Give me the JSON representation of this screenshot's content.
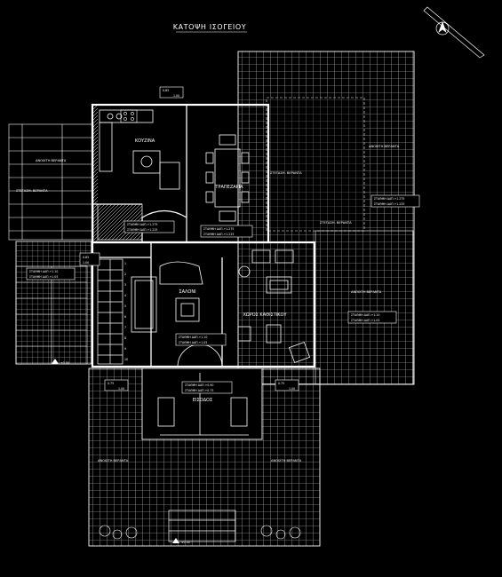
{
  "title": "ΚΑΤΟΨΗ ΙΣΟΓΕΙΟΥ",
  "rooms": {
    "kitchen": "ΚΟΥΖΙΝΑ",
    "dining": "ΤΡΑΠΕΖΑΡΙΑ",
    "living": "ΣΑΛΟΝΙ",
    "family": "ΧΩΡΟΣ ΚΑΘΙΣΤΙΚΟΥ",
    "entry": "ΕΙΣΟΔΟΣ"
  },
  "terraces": {
    "left": "ΑΝΟΙΧΤΗ ΒΕΡΑΝΤΑ",
    "right_top": "ΑΝΟΙΧΤΗ ΒΕΡΑΝΤΑ",
    "right_mid": "ΣΤΕΓΑΣΜ. ΒΕΡΑΝΤΑ",
    "right_low": "ΑΝΟΙΧΤΗ ΒΕΡΑΝΤΑ",
    "front_left": "ΑΝΟΙΧΤΗ ΒΕΡΑΝΤΑ",
    "front_right": "ΑΝΟΙΧΤΗ ΒΕΡΑΝΤΑ",
    "side_left": "ΣΤΕΓΑΣΜ. ΒΕΡΑΝΤΑ",
    "side_right": "ΣΤΕΓΑΣΜ. ΒΕΡΑΝΤΑ"
  },
  "levels": {
    "kitchen": [
      "ΣΤΑΘΜΗ ΔΑΠ.+1.275",
      "ΣΤΑΘΜΗ ΔΑΠ.+1.225"
    ],
    "dining": [
      "ΣΤΑΘΜΗ ΔΑΠ.+1.275",
      "ΣΤΑΘΜΗ ΔΑΠ.+1.225"
    ],
    "left_terrace": [
      "ΣΤΑΘΜΗ ΔΑΠ.+1.10",
      "ΣΤΑΘΜΗ ΔΑΠ.+1.05"
    ],
    "right_terrace": [
      "ΣΤΑΘΜΗ ΔΑΠ.+1.275",
      "ΣΤΑΘΜΗ ΔΑΠ.+1.225"
    ],
    "family": [
      "ΣΤΑΘΜΗ ΔΑΠ.+1.10",
      "ΣΤΑΘΜΗ ΔΑΠ.+1.05"
    ],
    "living": [
      "ΣΤΑΘΜΗ ΔΑΠ.+1.10",
      "ΣΤΑΘΜΗ ΔΑΠ.+1.05"
    ],
    "entry": [
      "ΣΤΑΘΜΗ ΔΑΠ.+0.90",
      "ΣΤΑΘΜΗ ΔΑΠ.+0.75"
    ]
  },
  "window_tags": {
    "top": [
      "0.85",
      "1.00"
    ],
    "left": [
      "0.85",
      "1.00"
    ],
    "front_left": [
      "0.75",
      "1.00"
    ],
    "front_right": [
      "0.75",
      "1.00"
    ]
  },
  "dims": {
    "left": "±0.00",
    "bottom": "±0.00"
  },
  "stair_numbers": [
    "1",
    "2",
    "3",
    "4",
    "5",
    "6",
    "7",
    "8",
    "9",
    "10"
  ]
}
